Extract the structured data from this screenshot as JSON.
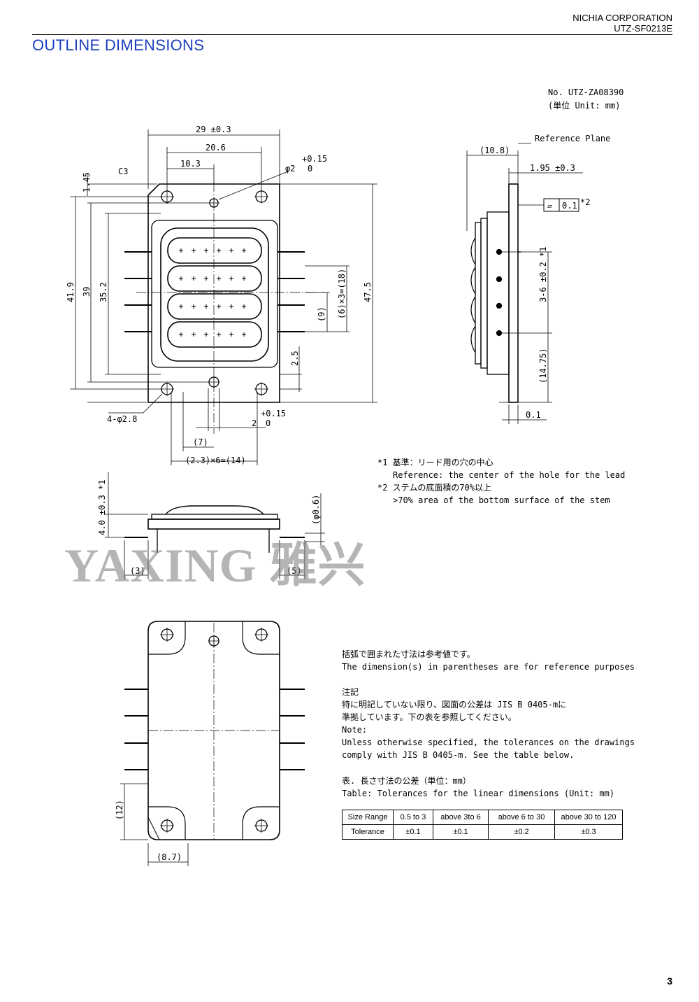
{
  "header": {
    "company": "NICHIA CORPORATION",
    "doc_no": "UTZ-SF0213E"
  },
  "title": "OUTLINE DIMENSIONS",
  "drawing_no": "No. UTZ-ZA08390",
  "unit_note": "(単位 Unit: mm)",
  "dims": {
    "w_total": "29 ±0.3",
    "w_206": "20.6",
    "w_103": "10.3",
    "hole_d": "φ2",
    "hole_tol_plus": "+0.15",
    "hole_tol_zero": "0",
    "c3": "C3",
    "d145": "1.45",
    "d419": "41.9",
    "d39": "39",
    "d352": "35.2",
    "d9": "(9)",
    "d6x3": "(6)×3=(18)",
    "d475": "47.5",
    "d25": "2.5",
    "holes4": "4-φ2.8",
    "slot_tol_plus": "+0.15",
    "slot_w": "2",
    "slot_tol_zero": "0",
    "d7": "(7)",
    "d23x6": "(2.3)×6=(14)",
    "ref_plane": "Reference Plane",
    "d108": "(10.8)",
    "d195": "1.95 ±0.3",
    "flat_sym": "▱",
    "flat_val": "0.1",
    "flat_mark": "*2",
    "d36": "3-6 ±0.2 *1",
    "d1475": "(14.75)",
    "d01": "0.1",
    "d40": "4.0 ±0.3 *1",
    "d06": "(φ0.6)",
    "d3": "(3)",
    "d5": "(5)",
    "d12": "(12)",
    "d87": "(8.7)"
  },
  "notes": {
    "n1_jp": "*1 基準：リード用の穴の中心",
    "n1_en": "Reference: the center of the hole for the lead",
    "n2_jp": "*2 ステムの底面積の70%以上",
    "n2_en": ">70% area of the bottom surface of the stem"
  },
  "paren_note": {
    "jp": "括弧で囲まれた寸法は参考値です。",
    "en": "The dimension(s) in parentheses are for reference purposes"
  },
  "note_block": {
    "h_jp": "注記",
    "l1_jp": "特に明記していない限り、図面の公差は JIS B 0405-mに",
    "l2_jp": "準拠しています。下の表を参照してください。",
    "h_en": "Note:",
    "l1_en": "Unless otherwise specified, the tolerances on the drawings",
    "l2_en": "comply with JIS B 0405-m. See the table below."
  },
  "table_title": {
    "jp": "表. 長さ寸法の公差（単位：mm）",
    "en": "Table: Tolerances for the linear dimensions (Unit: mm)"
  },
  "tol_table": {
    "headers": [
      "Size Range",
      "0.5 to 3",
      "above 3to 6",
      "above 6 to 30",
      "above 30 to 120"
    ],
    "row": [
      "Tolerance",
      "±0.1",
      "±0.1",
      "±0.2",
      "±0.3"
    ]
  },
  "watermark": "YAXING 雅兴",
  "page_number": "3"
}
